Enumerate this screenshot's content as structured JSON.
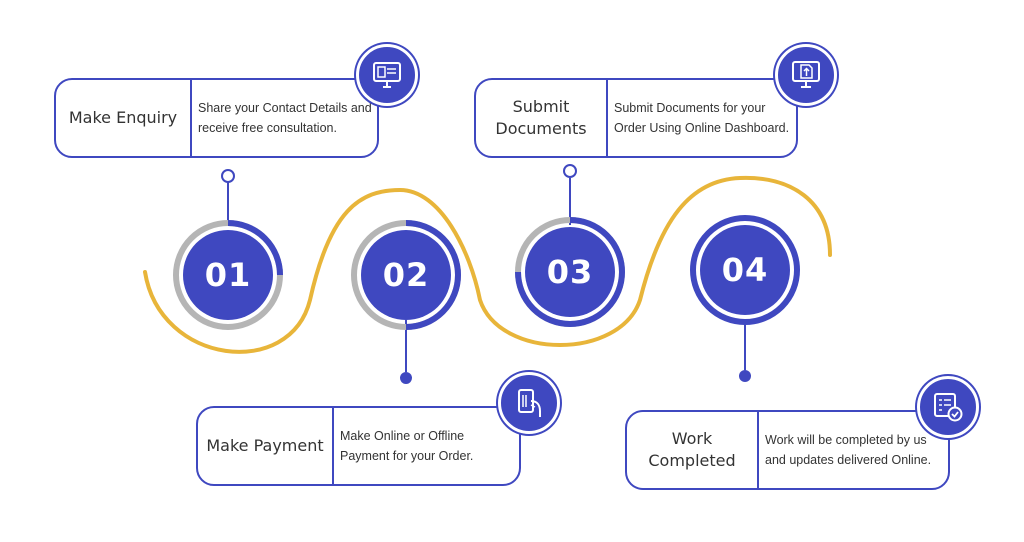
{
  "colors": {
    "primary": "#3f48c0",
    "accent": "#e8b53a",
    "ring_gray": "#b5b5b5"
  },
  "steps": [
    {
      "number": "01",
      "title_lines": [
        "Make Enquiry"
      ],
      "desc_lines": [
        "Share your Contact Details and",
        "receive free consultation."
      ],
      "icon": "monitor-profile-icon"
    },
    {
      "number": "02",
      "title_lines": [
        "Make Payment"
      ],
      "desc_lines": [
        "Make Online or Offline",
        "Payment for your Order."
      ],
      "icon": "card-payment-icon"
    },
    {
      "number": "03",
      "title_lines": [
        "Submit",
        "Documents"
      ],
      "desc_lines": [
        "Submit Documents for your",
        "Order Using Online Dashboard."
      ],
      "icon": "document-upload-icon"
    },
    {
      "number": "04",
      "title_lines": [
        "Work",
        "Completed"
      ],
      "desc_lines": [
        "Work will be completed by us",
        "and updates delivered Online."
      ],
      "icon": "checklist-icon"
    }
  ]
}
